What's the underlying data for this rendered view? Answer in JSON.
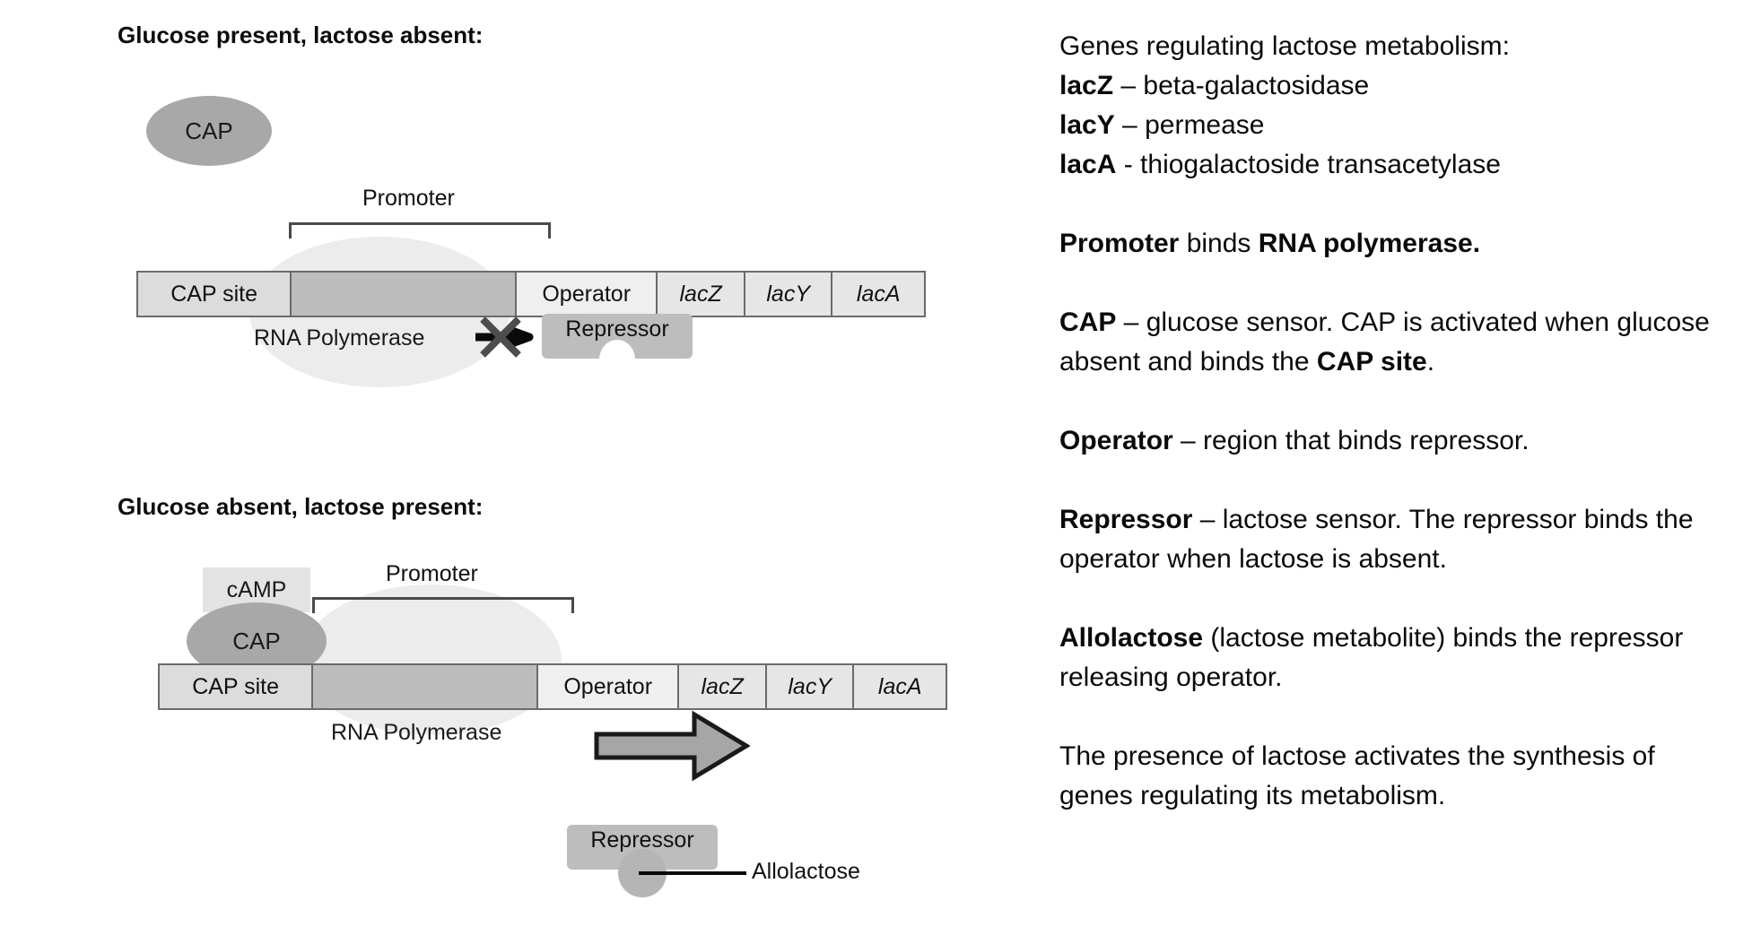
{
  "panel1": {
    "title": "Glucose present, lactose absent:",
    "cap_label": "CAP",
    "promoter_bracket_label": "Promoter",
    "polymerase_label": "RNA Polymerase",
    "repressor_label": "Repressor",
    "blocked_arrow_icon": "blocked-arrow-icon",
    "cassette": [
      {
        "label": "CAP site",
        "type": "capsite"
      },
      {
        "label": "",
        "type": "promoter"
      },
      {
        "label": "Operator",
        "type": "operator"
      },
      {
        "label": "lacZ",
        "type": "gene"
      },
      {
        "label": "lacY",
        "type": "gene"
      },
      {
        "label": "lacA",
        "type": "gene"
      }
    ]
  },
  "panel2": {
    "title": "Glucose absent, lactose present:",
    "cAMP_label": "cAMP",
    "cap_label": "CAP",
    "promoter_bracket_label": "Promoter",
    "polymerase_label": "RNA Polymerase",
    "repressor_label": "Repressor",
    "allolactose_label": "Allolactose",
    "transcription_arrow_icon": "transcription-arrow-icon",
    "cassette": [
      {
        "label": "CAP site",
        "type": "capsite"
      },
      {
        "label": "",
        "type": "promoter"
      },
      {
        "label": "Operator",
        "type": "operator"
      },
      {
        "label": "lacZ",
        "type": "gene"
      },
      {
        "label": "lacY",
        "type": "gene"
      },
      {
        "label": "lacA",
        "type": "gene"
      }
    ]
  },
  "notes": {
    "genes_heading": "Genes regulating lactose metabolism:",
    "gene_lines": [
      {
        "gene": "lacZ",
        "sep": " – ",
        "desc": "beta-galactosidase"
      },
      {
        "gene": "lacY",
        "sep": " – ",
        "desc": "permease"
      },
      {
        "gene": "lacA",
        "sep": " - ",
        "desc": "thiogalactoside transacetylase"
      }
    ],
    "promoter_line": {
      "b1": "Promoter",
      "mid": " binds ",
      "b2": "RNA polymerase."
    },
    "cap_para": {
      "b1": "CAP",
      "t1": " – glucose sensor. CAP is activated when glucose absent and binds the ",
      "b2": "CAP site",
      "t2": "."
    },
    "operator_para": {
      "b1": "Operator",
      "t1": " – region that binds repressor."
    },
    "repressor_para": {
      "b1": "Repressor",
      "t1": " – lactose sensor. The repressor binds the operator when lactose is absent."
    },
    "allolactose_para": {
      "b1": "Allolactose",
      "t1": " (lactose metabolite) binds the repressor releasing operator."
    },
    "summary_para": "The presence of lactose activates the synthesis of genes regulating its metabolism."
  },
  "colors": {
    "cap_fill": "#a8a8a8",
    "promoter_fill": "#bcbcbc",
    "polymerase_fill": "#ececec",
    "repressor_fill": "#bdbdbd",
    "border": "#6b6b6b",
    "text": "#0a0a0a"
  }
}
